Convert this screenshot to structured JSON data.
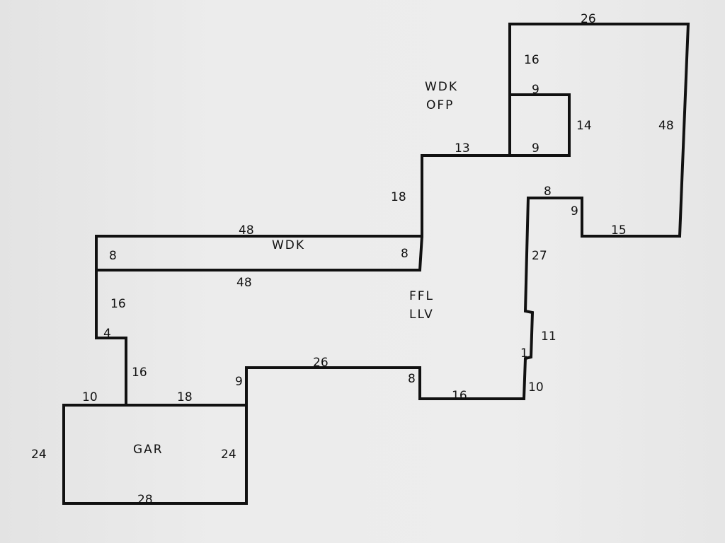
{
  "areas": [
    {
      "key": "wdk_top",
      "label": "WDK"
    },
    {
      "key": "ofp",
      "label": "OFP"
    },
    {
      "key": "wdk",
      "label": "WDK"
    },
    {
      "key": "ffl",
      "label": "FFL"
    },
    {
      "key": "llv",
      "label": "LLV"
    },
    {
      "key": "gar",
      "label": "GAR"
    }
  ],
  "dimensions": [
    "26",
    "16",
    "9",
    "14",
    "48",
    "9",
    "13",
    "8",
    "18",
    "9",
    "15",
    "48",
    "8",
    "8",
    "27",
    "48",
    "16",
    "4",
    "11",
    "16",
    "1",
    "26",
    "9",
    "8",
    "10",
    "10",
    "18",
    "16",
    "24",
    "24",
    "28"
  ]
}
